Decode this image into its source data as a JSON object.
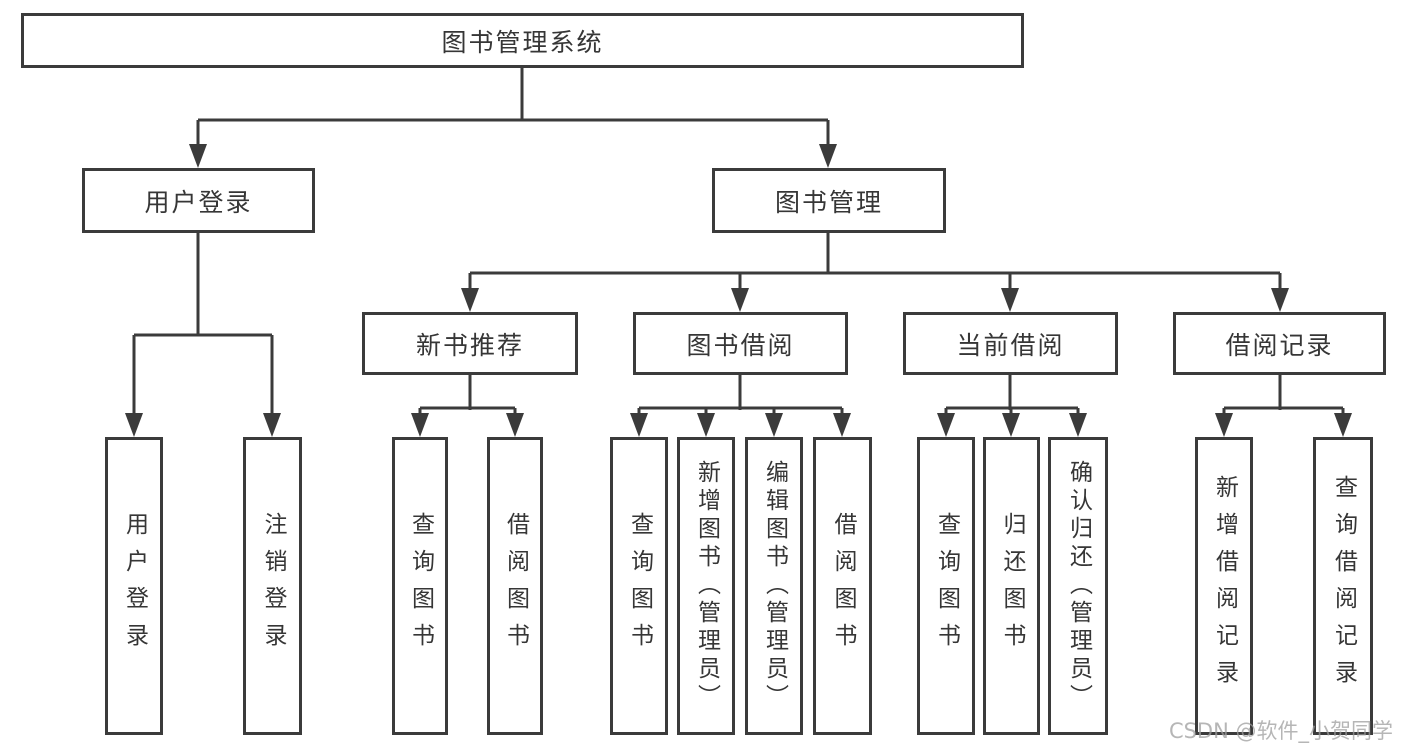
{
  "title": "图书管理系统",
  "nodes": {
    "root": "图书管理系统",
    "user_login": "用户登录",
    "book_management": "图书管理",
    "new_book_recommend": "新书推荐",
    "book_borrow": "图书借阅",
    "current_borrow": "当前借阅",
    "borrow_records": "借阅记录",
    "leaves": {
      "user_login": [
        "用户登录",
        "注销登录"
      ],
      "recommend": [
        "查询图书",
        "借阅图书"
      ],
      "borrow": [
        "查询图书",
        "新增图书（管理员）",
        "编辑图书（管理员）",
        "借阅图书"
      ],
      "current": [
        "查询图书",
        "归还图书",
        "确认归还（管理员）"
      ],
      "records": [
        "新增借阅记录",
        "查询借阅记录"
      ]
    }
  },
  "watermark": "CSDN @软件_小贺同学",
  "colors": {
    "line": "#3b3b3b",
    "box_border": "#3b3b3b",
    "text": "#363636",
    "background": "#ffffff",
    "watermark": "#9e9e9e"
  }
}
